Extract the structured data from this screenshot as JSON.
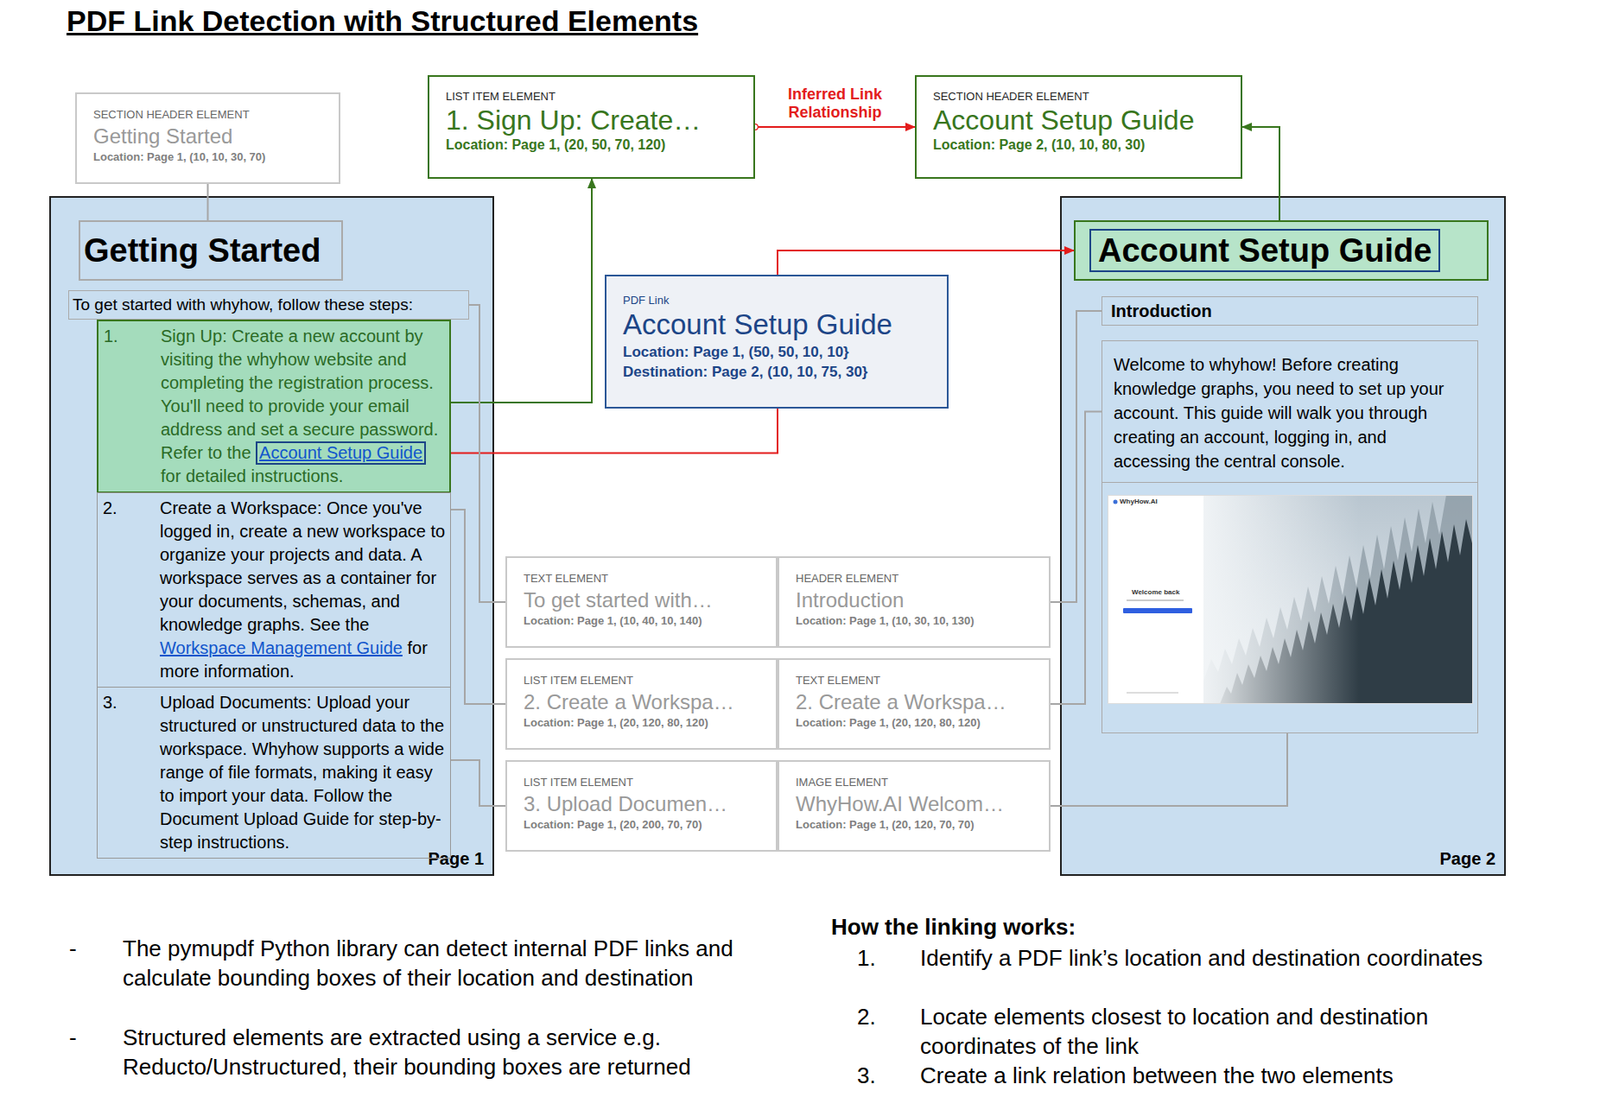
{
  "diagram": {
    "title": "PDF Link Detection with Structured Elements",
    "nodes": [
      {
        "text": [
          "SECTION HEADER ELEMENT",
          "Getting Started",
          "Location: Page 1, (10, 10, 30, 70)"
        ]
      },
      {
        "text": [
          "LIST ITEM ELEMENT",
          "1. Sign Up: Create…",
          "Location: Page 1, (20, 50, 70, 120)"
        ]
      },
      {
        "text": [
          "SECTION HEADER ELEMENT",
          "Account Setup Guide",
          "Location: Page 2, (10, 10, 80, 30)"
        ]
      },
      {
        "text": [
          "Page 1"
        ]
      },
      {
        "text": [
          "Getting Started"
        ],
        "in": 3
      },
      {
        "text": [
          "To get started with whyhow, follow these steps:"
        ],
        "in": 3
      },
      {
        "text": [
          "1.",
          "Sign Up: Create a new account by visiting the whyhow website and completing the registration process. You'll need to provide your email address and set a secure password. Refer to the",
          "for detailed instructions."
        ],
        "in": 3
      },
      {
        "text": [
          "Account Setup Guide"
        ],
        "in": 6
      },
      {
        "text": [
          "2.",
          "Create a Workspace: Once you've logged in, create a new workspace to organize your projects and data. A workspace serves as a container for your documents, schemas, and knowledge graphs. See the",
          "Workspace Management Guide",
          "for more information."
        ],
        "in": 3
      },
      {
        "text": [
          "3.",
          "Upload Documents: Upload your structured or unstructured data to the workspace. Whyhow supports a wide range of file formats, making it easy to import your data. Follow the Document Upload Guide for step-by-step instructions."
        ],
        "in": 3
      },
      {
        "text": [
          "PDF Link",
          "Account Setup Guide",
          "Location: Page 1, (50, 50, 10, 10}",
          "Destination: Page 2, (10, 10, 75, 30}"
        ]
      },
      {
        "text": [
          "TEXT ELEMENT",
          "To get started with…",
          "Location: Page 1, (10, 40, 10, 140)"
        ]
      },
      {
        "text": [
          "HEADER ELEMENT",
          "Introduction",
          "Location: Page 1, (10, 30, 10, 130)"
        ]
      },
      {
        "text": [
          "LIST ITEM ELEMENT",
          "2. Create a Workspa…",
          "Location: Page 1, (20, 120, 80, 120)"
        ]
      },
      {
        "text": [
          "TEXT ELEMENT",
          "2. Create a Workspa…",
          "Location: Page 1, (20, 120, 80, 120)"
        ]
      },
      {
        "text": [
          "LIST ITEM ELEMENT",
          "3. Upload Documen…",
          "Location: Page 1, (20, 200, 70, 70)"
        ]
      },
      {
        "text": [
          "IMAGE ELEMENT",
          "WhyHow.AI Welcom…",
          "Location: Page 1, (20, 120, 70, 70)"
        ]
      },
      {
        "text": [
          "Page 2"
        ]
      },
      {
        "text": [
          "Account Setup Guide"
        ],
        "in": 17
      },
      {
        "text": [
          "Introduction"
        ],
        "in": 17
      },
      {
        "text": [
          "Welcome to whyhow! Before creating knowledge graphs, you need to set up your account. This guide will walk you through creating an account, logging in, and accessing the central console."
        ],
        "in": 17
      },
      {
        "text": [
          "WhyHow.AI",
          "Welcome back"
        ],
        "in": 17
      }
    ],
    "edges": [
      {
        "from": 0,
        "to": 4,
        "arrow": "none"
      },
      {
        "from": 6,
        "to": 1,
        "arrow": "to"
      },
      {
        "from": 1,
        "to": 2,
        "label": "Inferred Link Relationship",
        "arrow": "to"
      },
      {
        "from": 18,
        "to": 2,
        "arrow": "to"
      },
      {
        "from": 10,
        "to": 7,
        "arrow": "to"
      },
      {
        "from": 10,
        "to": 18,
        "arrow": "to"
      },
      {
        "from": 5,
        "to": 11,
        "arrow": "none"
      },
      {
        "from": 8,
        "to": 13,
        "arrow": "none"
      },
      {
        "from": 9,
        "to": 15,
        "arrow": "none"
      },
      {
        "from": 12,
        "to": 19,
        "arrow": "none"
      },
      {
        "from": 14,
        "to": 20,
        "arrow": "none"
      },
      {
        "from": 16,
        "to": 21,
        "arrow": "none"
      }
    ],
    "labels": [
      "-",
      "The pymupdf Python library can detect internal PDF links and calculate bounding boxes of their location and destination",
      "-",
      "Structured elements are extracted using a service e.g. Reducto/Unstructured, their bounding boxes are returned",
      "How the linking works:",
      "1.",
      "Identify a PDF link’s location and destination coordinates",
      "2.",
      "Locate elements closest to location and destination coordinates of the link",
      "3.",
      "Create a link relation between the two elements"
    ]
  }
}
